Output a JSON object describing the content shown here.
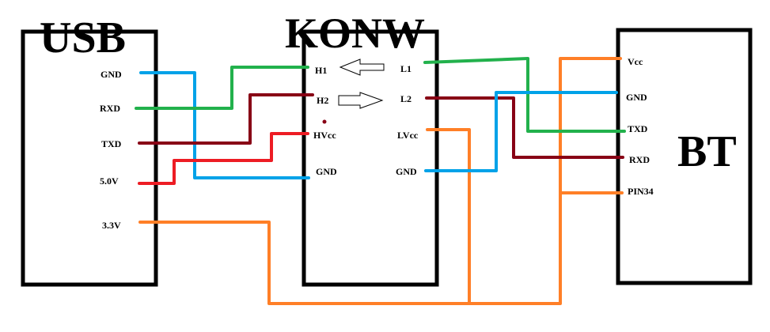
{
  "diagram": {
    "modules": {
      "usb": {
        "title": "USB",
        "pins": [
          "GND",
          "RXD",
          "TXD",
          "5.0V",
          "3.3V"
        ]
      },
      "konw": {
        "title": "KONW",
        "left_pins": [
          "H1",
          "H2",
          "HVcc",
          "GND"
        ],
        "right_pins": [
          "L1",
          "L2",
          "LVcc",
          "GND"
        ]
      },
      "bt": {
        "title": "BT",
        "pins": [
          "Vcc",
          "GND",
          "TXD",
          "RXD",
          "PIN34"
        ]
      }
    },
    "colors": {
      "gnd": "#00A2E8",
      "rxd_h1": "#22B14C",
      "txd_h2": "#880015",
      "v5": "#ED1C24",
      "v33": "#FF7F27"
    },
    "arrows": [
      {
        "from": "L1",
        "to": "H1",
        "direction": "left"
      },
      {
        "from": "H2",
        "to": "L2",
        "direction": "right"
      }
    ],
    "connections": [
      {
        "from": "USB.GND",
        "to": "KONW.GND(H)",
        "color": "gnd"
      },
      {
        "from": "USB.RXD",
        "to": "KONW.H1",
        "color": "rxd_h1"
      },
      {
        "from": "USB.TXD",
        "to": "KONW.H2",
        "color": "txd_h2"
      },
      {
        "from": "USB.5.0V",
        "to": "KONW.HVcc",
        "color": "v5"
      },
      {
        "from": "USB.3.3V",
        "to": "KONW.LVcc, BT.Vcc, BT.PIN34",
        "color": "v33"
      },
      {
        "from": "KONW.L1",
        "to": "BT.TXD",
        "color": "rxd_h1"
      },
      {
        "from": "KONW.L2",
        "to": "BT.RXD",
        "color": "txd_h2"
      },
      {
        "from": "KONW.GND(L)",
        "to": "BT.GND",
        "color": "gnd"
      }
    ]
  }
}
